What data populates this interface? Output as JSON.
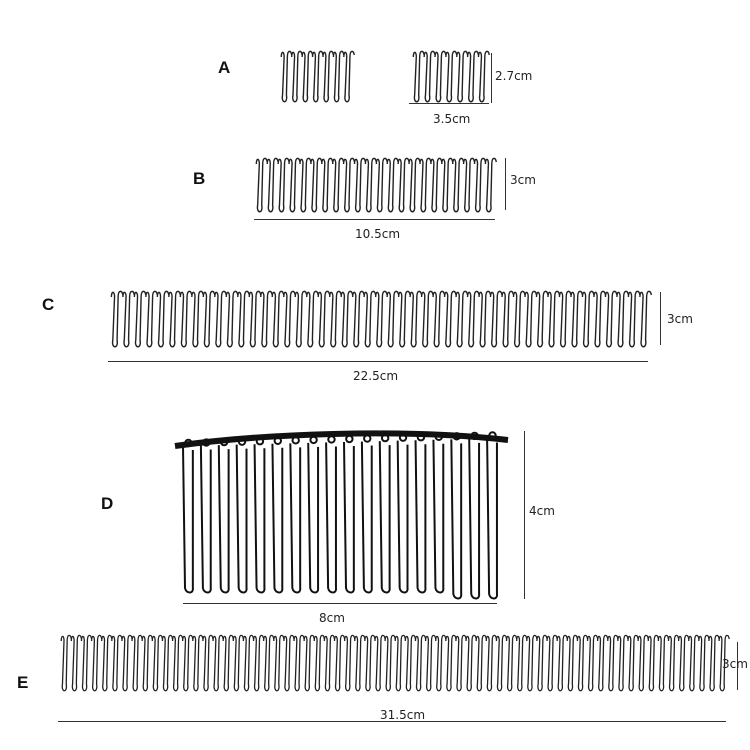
{
  "product": {
    "variants": [
      {
        "id": "A",
        "label": "A",
        "width_label": "3.5cm",
        "height_label": "2.7cm",
        "teeth": 7
      },
      {
        "id": "B",
        "label": "B",
        "width_label": "10.5cm",
        "height_label": "3cm",
        "teeth": 22
      },
      {
        "id": "C",
        "label": "C",
        "width_label": "22.5cm",
        "height_label": "3cm",
        "teeth": 47
      },
      {
        "id": "D",
        "label": "D",
        "width_label": "8cm",
        "height_label": "4cm",
        "teeth": 18
      },
      {
        "id": "E",
        "label": "E",
        "width_label": "31.5cm",
        "height_label": "3cm",
        "teeth": 66
      }
    ]
  },
  "colors": {
    "wire": "#222222",
    "wire_dark": "#111111",
    "background": "#ffffff"
  }
}
